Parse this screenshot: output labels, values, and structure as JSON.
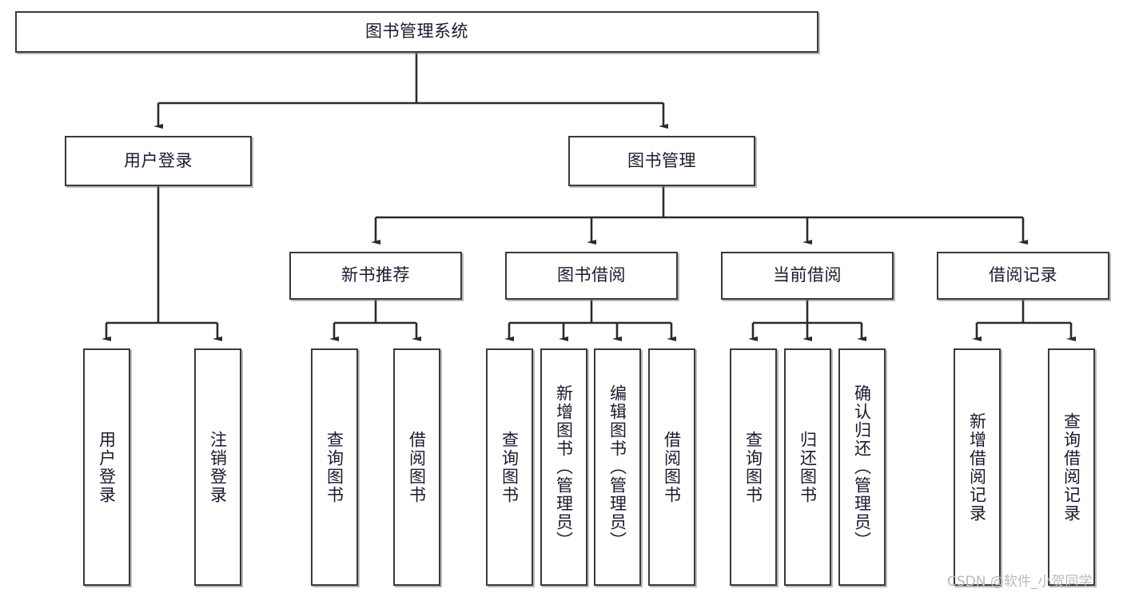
{
  "diagram": {
    "type": "tree",
    "title": "图书管理系统",
    "watermark": "CSDN @软件_小贺同学",
    "colors": {
      "box_border": "#3a3a3a",
      "box_fill": "#ffffff",
      "text": "#1a1a2e",
      "connector": "#2b2b2b",
      "watermark": "#b9b9b9"
    },
    "nodes": {
      "root": {
        "label": "图书管理系统"
      },
      "level2": [
        {
          "label": "用户登录"
        },
        {
          "label": "图书管理"
        }
      ],
      "level3": [
        {
          "label": "新书推荐"
        },
        {
          "label": "图书借阅"
        },
        {
          "label": "当前借阅"
        },
        {
          "label": "借阅记录"
        }
      ],
      "leaves": {
        "user_login": [
          {
            "label": "用户登录"
          },
          {
            "label": "注销登录"
          }
        ],
        "new_book_recommend": [
          {
            "label": "查询图书"
          },
          {
            "label": "借阅图书"
          }
        ],
        "book_borrow": [
          {
            "label": "查询图书"
          },
          {
            "label": "新增图书（管理员）"
          },
          {
            "label": "编辑图书（管理员）"
          },
          {
            "label": "借阅图书"
          }
        ],
        "current_borrow": [
          {
            "label": "查询图书"
          },
          {
            "label": "归还图书"
          },
          {
            "label": "确认归还（管理员）"
          }
        ],
        "borrow_record": [
          {
            "label": "新增借阅记录"
          },
          {
            "label": "查询借阅记录"
          }
        ]
      }
    }
  }
}
